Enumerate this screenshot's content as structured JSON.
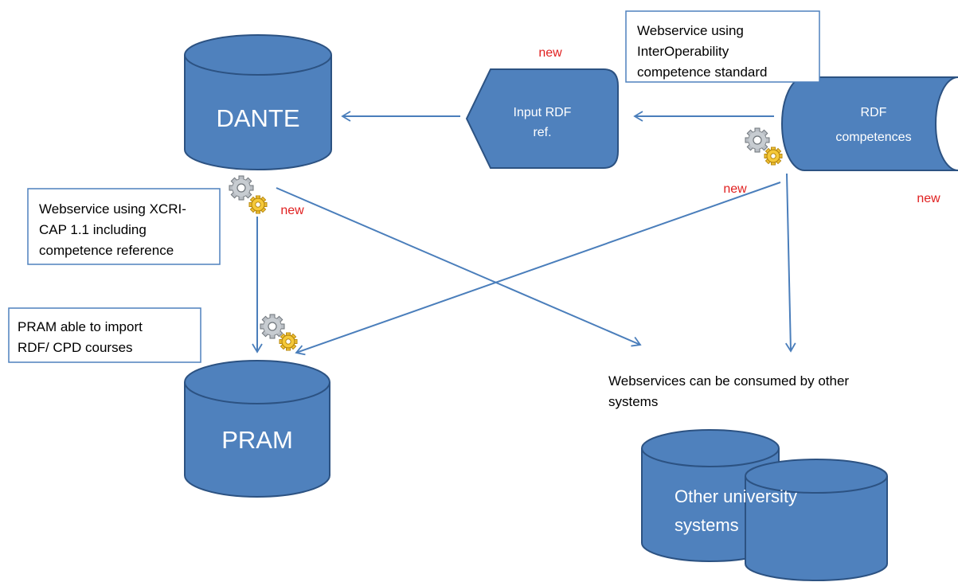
{
  "colors": {
    "shape_fill": "#4f81bd",
    "shape_stroke": "#2c5282",
    "connector": "#4a7ebb",
    "new_label": "#e02020",
    "callout_border": "#4f81bd",
    "gear_silver": "#9aa0a6",
    "gear_gold": "#f2c233"
  },
  "shapes": {
    "dante": "DANTE",
    "input_rdf_line1": "Input RDF",
    "input_rdf_line2": "ref.",
    "rdf_competences_line1": "RDF",
    "rdf_competences_line2": "competences",
    "pram": "PRAM",
    "other_systems_line1": "Other university",
    "other_systems_line2": "systems"
  },
  "callouts": {
    "interoperability": [
      "Webservice using",
      "InterOperability",
      "competence standard"
    ],
    "xcri": [
      "Webservice using XCRI-",
      "CAP 1.1 including",
      "competence reference"
    ],
    "pram_import": [
      "PRAM able to import",
      "RDF/ CPD courses"
    ],
    "consumed": [
      "Webservices can be consumed by other",
      "systems"
    ]
  },
  "new_labels": {
    "input_rdf": "new",
    "rdf_competences_gear": "new",
    "rdf_competences_right": "new",
    "dante_gear": "new"
  },
  "icons": [
    "gear-icon",
    "arrow-icon"
  ]
}
